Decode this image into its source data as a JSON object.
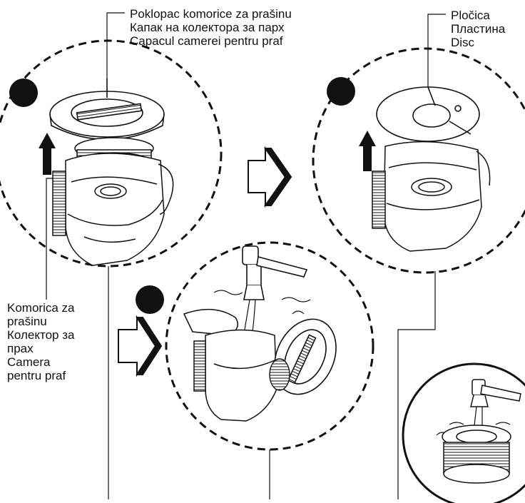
{
  "labels": {
    "lid": [
      "Poklopac komorice za prašinu",
      "Капак на колектора за парх",
      "Capacul camerei pentru praf"
    ],
    "disc": [
      "Pločica",
      "Пластина",
      "Disc"
    ],
    "chamber": [
      "Komorica za",
      "prašinu",
      "Колектор за",
      "прах",
      "Camera",
      "pentru praf"
    ]
  },
  "colors": {
    "ink": "#111111",
    "paper": "#ffffff"
  }
}
